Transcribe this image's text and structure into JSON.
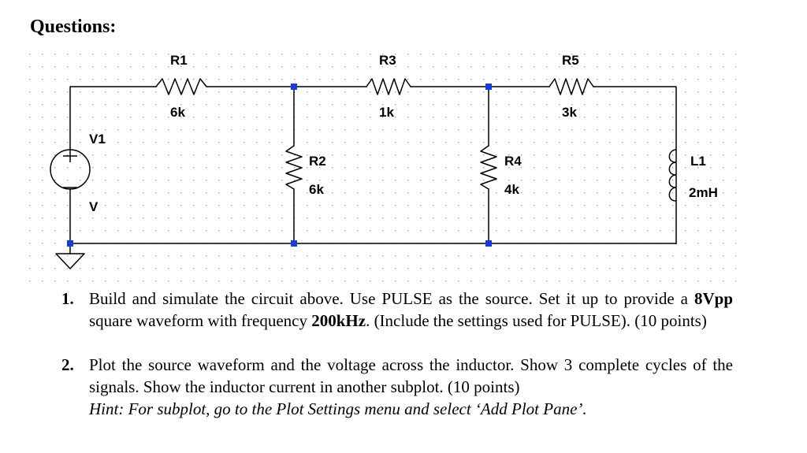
{
  "page": {
    "heading": "Questions:"
  },
  "circuit": {
    "source": {
      "name": "V1",
      "value": "V"
    },
    "inductor": {
      "name": "L1",
      "value": "2mH"
    },
    "resistors": [
      {
        "id": "r1",
        "name": "R1",
        "value": "6k"
      },
      {
        "id": "r2",
        "name": "R2",
        "value": "6k"
      },
      {
        "id": "r3",
        "name": "R3",
        "value": "1k"
      },
      {
        "id": "r4",
        "name": "R4",
        "value": "4k"
      },
      {
        "id": "r5",
        "name": "R5",
        "value": "3k"
      }
    ]
  },
  "questions": [
    {
      "number": "1.",
      "text_a": "Build and simulate the circuit above. Use PULSE as the source. Set it up to provide a ",
      "bold_a": "8Vpp",
      "text_b": " square waveform with frequency ",
      "bold_b": "200kHz",
      "text_c": ". (Include the settings used for PULSE). (10 points)"
    },
    {
      "number": "2.",
      "text": "Plot the source waveform and the voltage across the inductor. Show 3 complete cycles of the signals. Show the inductor current in another subplot. (10 points)",
      "hint": "Hint: For subplot, go to the Plot Settings menu and select ‘Add Plot Pane’."
    }
  ]
}
